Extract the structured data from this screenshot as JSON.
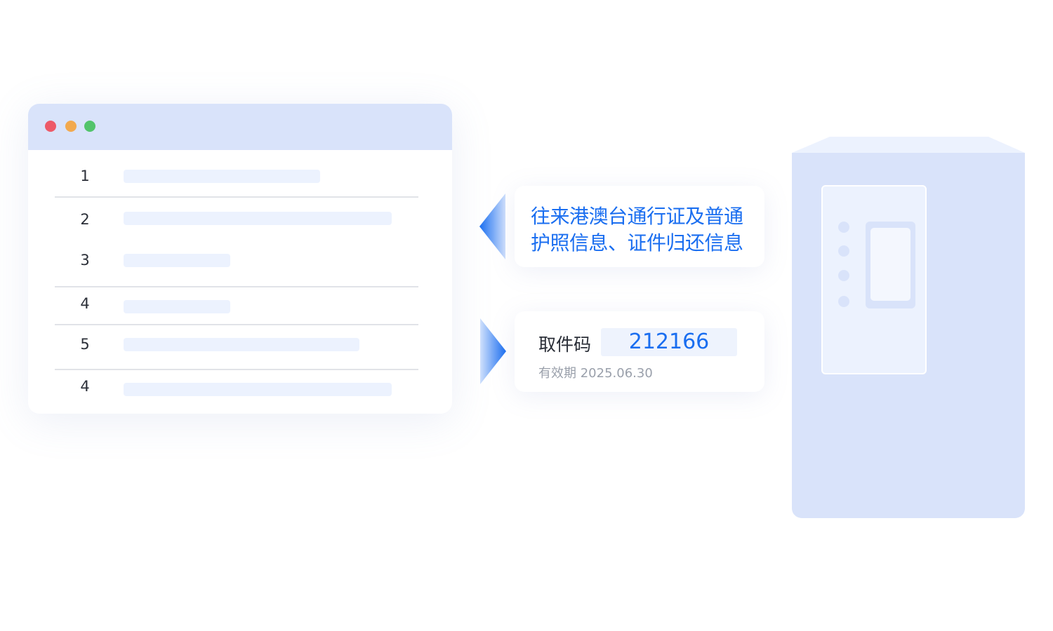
{
  "window": {
    "controls": [
      "close",
      "minimize",
      "maximize"
    ],
    "rows": [
      {
        "number": "1"
      },
      {
        "number": "2"
      },
      {
        "number": "3"
      },
      {
        "number": "4"
      },
      {
        "number": "5"
      },
      {
        "number": "4"
      }
    ]
  },
  "info_card": {
    "line1": "往来港澳台通行证及普通",
    "line2": "护照信息、证件归还信息"
  },
  "pickup_card": {
    "label": "取件码",
    "code": "212166",
    "expiry": "有效期 2025.06.30"
  },
  "colors": {
    "accent_blue": "#1a6ef0",
    "light_blue": "#d9e3fa",
    "bar_blue": "#ecf2fe",
    "control_red": "#ed5a68",
    "control_yellow": "#f2a94e",
    "control_green": "#52c46b"
  },
  "icons": {
    "pointer_upper": "triangle-pointer-left-icon",
    "pointer_lower": "triangle-pointer-right-icon",
    "cabinet": "locker-cabinet-icon"
  }
}
